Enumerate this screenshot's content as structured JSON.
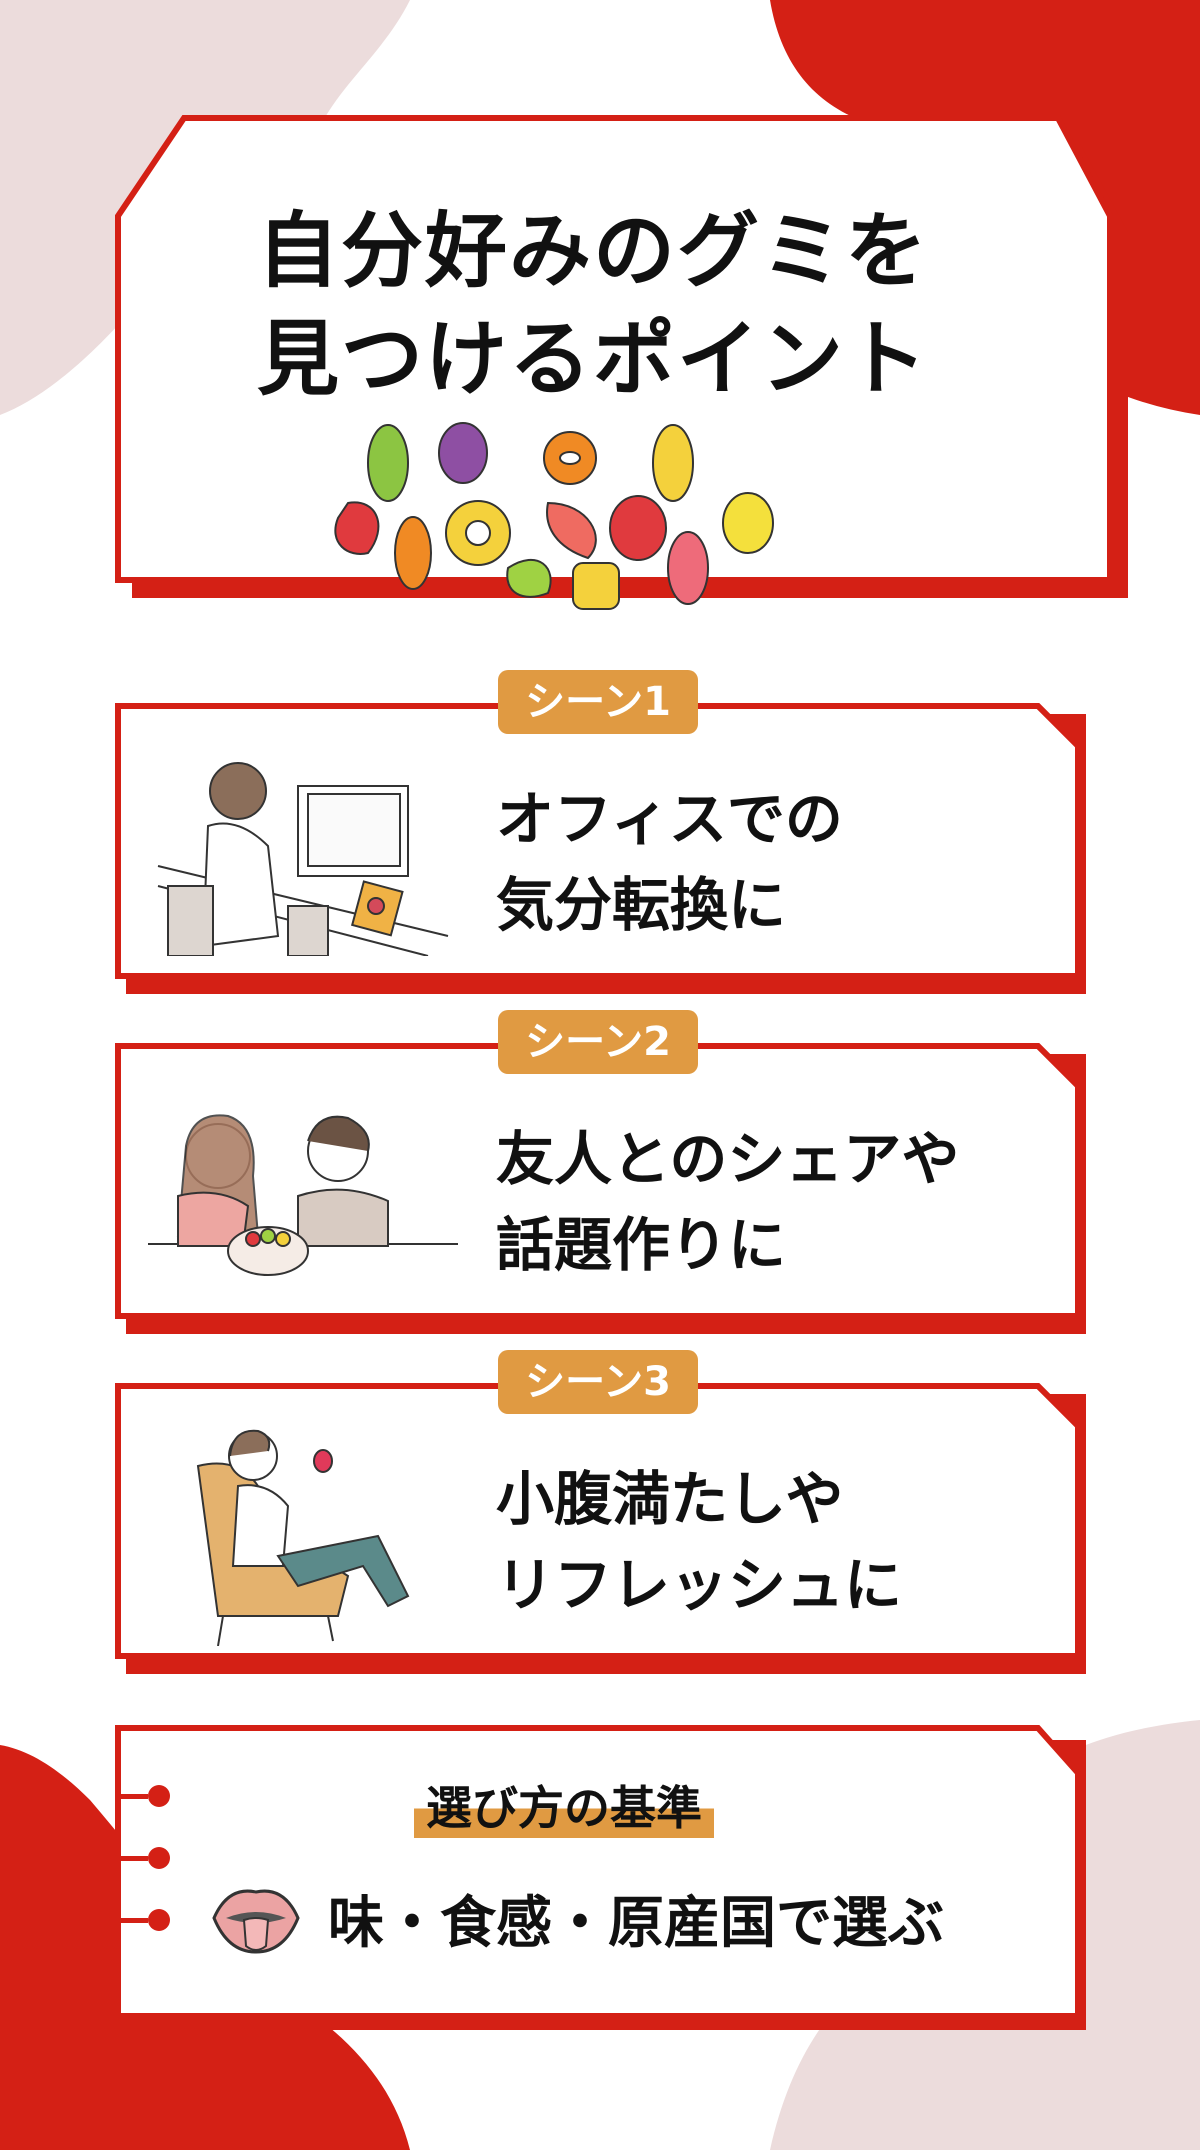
{
  "colors": {
    "accent_red": "#d42015",
    "badge_orange": "#e09a42",
    "blob_pink": "#ecdcdc",
    "text": "#111111"
  },
  "header": {
    "title_line1": "自分好みのグミを",
    "title_line2": "見つけるポイント",
    "decoration": "gummy-candies-illustration"
  },
  "scenes": [
    {
      "badge": "シーン1",
      "line1": "オフィスでの",
      "line2": "気分転換に",
      "illustration": "woman-at-office-desk-icon"
    },
    {
      "badge": "シーン2",
      "line1": "友人とのシェアや",
      "line2": "話題作りに",
      "illustration": "friends-sharing-gummies-icon"
    },
    {
      "badge": "シーン3",
      "line1": "小腹満たしや",
      "line2": "リフレッシュに",
      "illustration": "woman-relaxing-in-armchair-icon"
    }
  ],
  "criteria": {
    "heading": "選び方の基準",
    "text": "味・食感・原産国で選ぶ",
    "icon": "mouth-tongue-icon"
  }
}
